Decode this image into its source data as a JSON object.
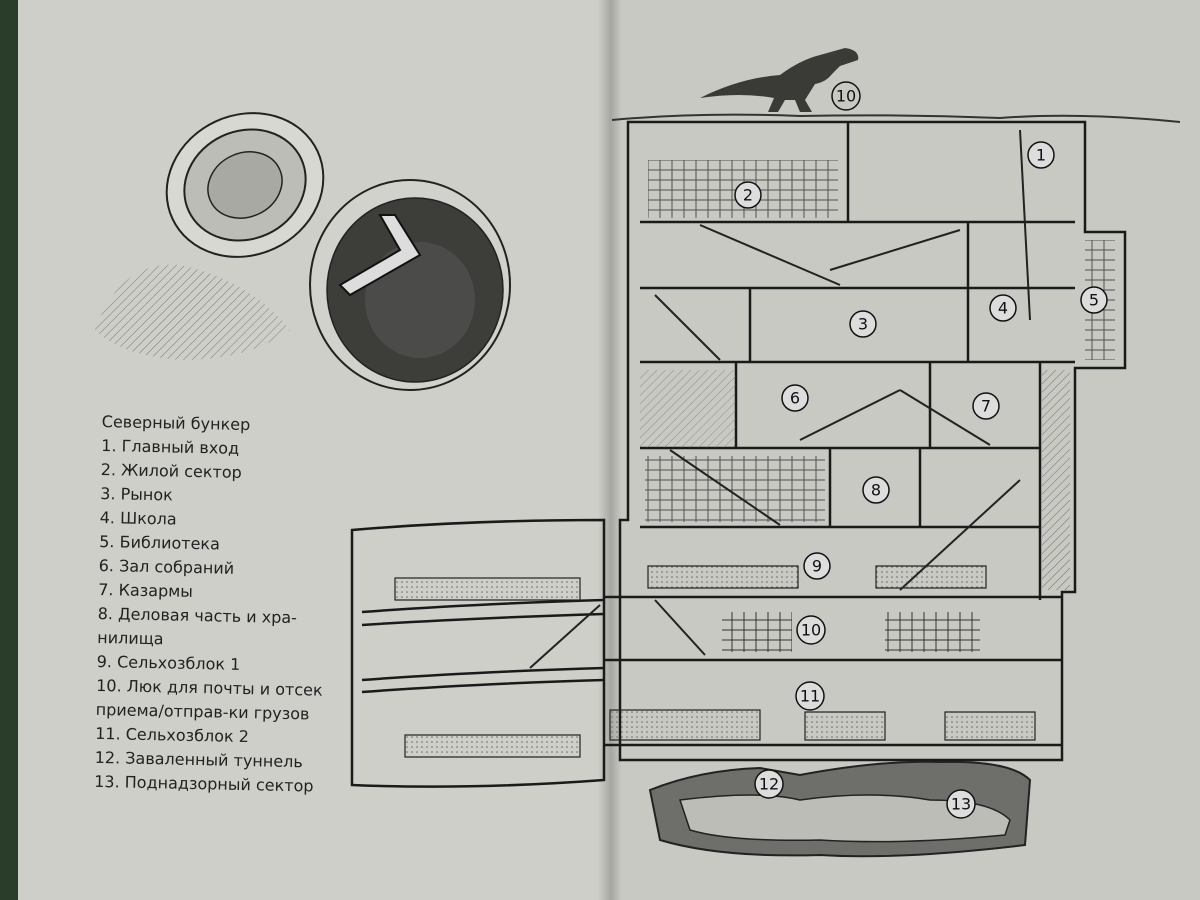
{
  "legend": {
    "title": "Северный бункер",
    "items": [
      "1. Главный вход",
      "2. Жилой сектор",
      "3. Рынок",
      "4. Школа",
      "5. Библиотека",
      "6. Зал собраний",
      "7. Казармы",
      "8. Деловая часть и хра-нилища",
      "9. Сельхозблок 1",
      "10. Люк для почты и отсек приема/отправ-ки грузов",
      "11. Сельхозблок 2",
      "12. Заваленный туннель",
      "13. Поднадзорный сектор"
    ]
  },
  "markers": [
    "1",
    "2",
    "3",
    "4",
    "5",
    "6",
    "7",
    "8",
    "9",
    "10",
    "11",
    "12",
    "13",
    "10"
  ],
  "colors": {
    "page": "#cfcfc9",
    "ink": "#1a1a1a",
    "shade": "#8a8a86"
  }
}
